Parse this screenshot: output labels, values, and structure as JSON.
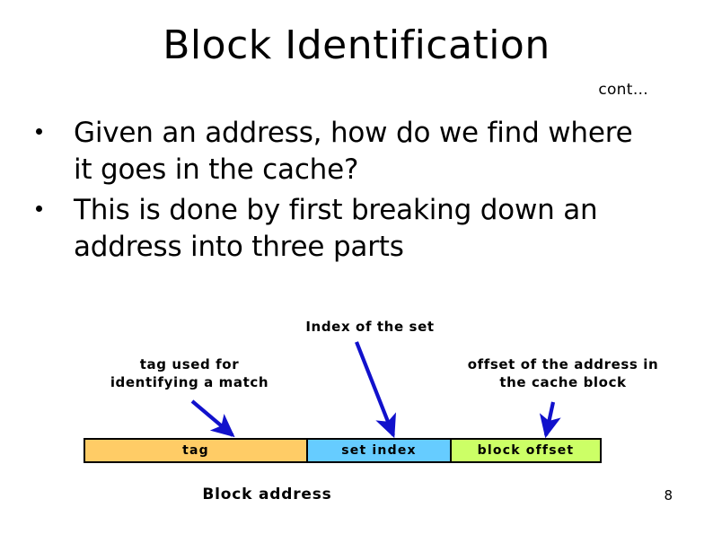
{
  "slide": {
    "title": "Block Identification",
    "continuation_note": "cont…",
    "page_number": "8"
  },
  "bullets": [
    {
      "text": "Given an address, how do we find where it goes in the cache?"
    },
    {
      "text": "This is done by first breaking down an address into three parts"
    }
  ],
  "diagram": {
    "labels": {
      "index_of_set": "Index of the set",
      "tag_line1": "tag used for",
      "tag_line2": "identifying a match",
      "offset_line1": "offset of the address in",
      "offset_line2": "the cache block",
      "block_address": "Block address"
    },
    "address_fields": [
      {
        "name": "tag",
        "label": "tag",
        "color": "#FFCC66"
      },
      {
        "name": "set-index",
        "label": "set index",
        "color": "#66CCFF"
      },
      {
        "name": "block-offset",
        "label": "block offset",
        "color": "#CCFF66"
      }
    ],
    "arrow_color": "#1111CC"
  },
  "colors": {
    "background": "#FFFFFF",
    "text": "#000000",
    "tag_fill": "#FFCC66",
    "set_index_fill": "#66CCFF",
    "block_offset_fill": "#CCFF66",
    "arrow": "#1111CC",
    "border": "#000000"
  }
}
